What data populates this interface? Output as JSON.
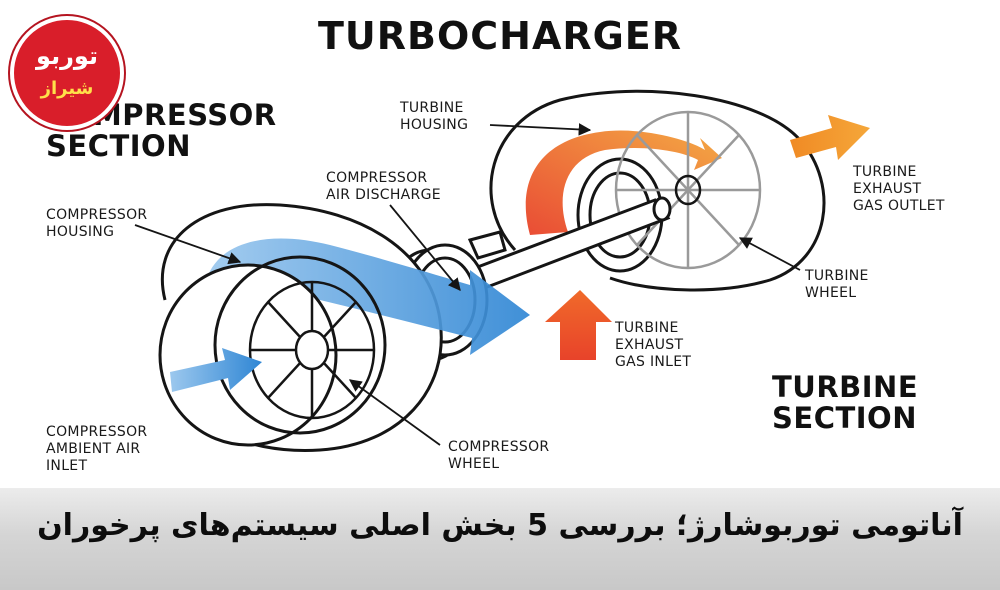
{
  "title": "TURBOCHARGER",
  "sections": {
    "compressor": "COMPRESSOR\nSECTION",
    "turbine": "TURBINE\nSECTION"
  },
  "labels": {
    "turbine_housing": "TURBINE\nHOUSING",
    "compressor_air_discharge": "COMPRESSOR\nAIR DISCHARGE",
    "compressor_housing": "COMPRESSOR\nHOUSING",
    "turbine_exhaust_gas_outlet": "TURBINE\nEXHAUST\nGAS OUTLET",
    "turbine_wheel": "TURBINE\nWHEEL",
    "turbine_exhaust_gas_inlet": "TURBINE\nEXHAUST\nGAS INLET",
    "compressor_ambient_air_inlet": "COMPRESSOR\nAMBIENT AIR\nINLET",
    "compressor_wheel": "COMPRESSOR\nWHEEL"
  },
  "logo": {
    "line1": "توربو",
    "line2": "شیراز"
  },
  "banner": {
    "text": "آناتومی توربوشارژ؛ بررسی 5 بخش اصلی سیستم‌های پرخوران"
  },
  "colors": {
    "air_flow": "#3d8fd6",
    "air_flow_light": "#9cc8ee",
    "exhaust_hot": "#e8432a",
    "exhaust_warm": "#f08a24",
    "logo_red": "#d91e2a",
    "outline": "#151515"
  }
}
